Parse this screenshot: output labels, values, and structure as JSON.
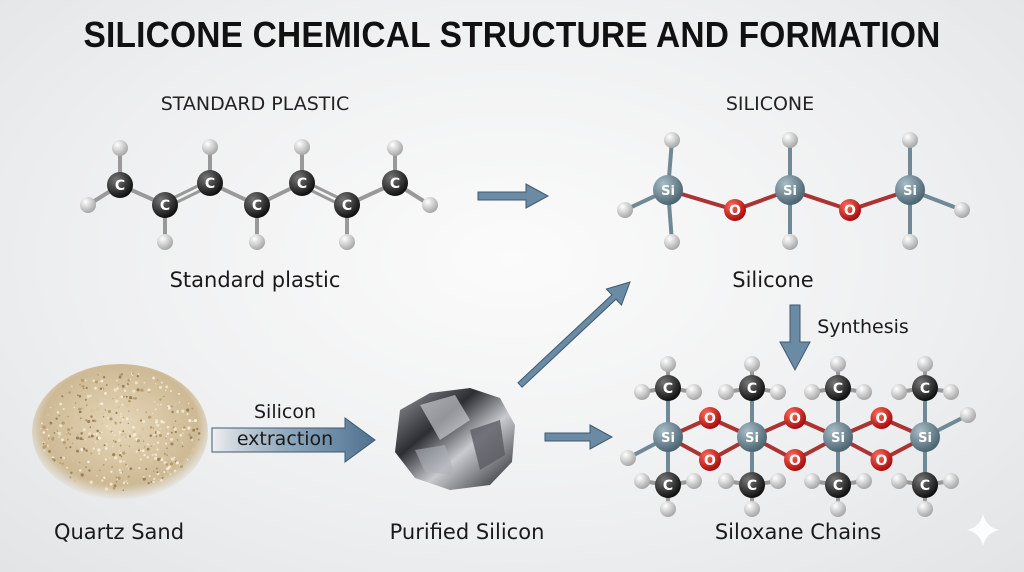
{
  "title": "SILICONE CHEMICAL STRUCTURE AND FORMATION",
  "headings": {
    "left": "STANDARD PLASTIC",
    "right": "SILICONE"
  },
  "labels": {
    "standard_plastic": "Standard plastic",
    "silicone": "Silicone",
    "synthesis": "Synthesis",
    "silicon_extraction_line1": "Silicon",
    "silicon_extraction_line2": "extraction",
    "quartz_sand": "Quartz Sand",
    "purified_silicon": "Purified Silicon",
    "siloxane_chains": "Siloxane Chains"
  },
  "atoms": {
    "carbon": "C",
    "silicon": "Si",
    "oxygen": "O"
  },
  "colors": {
    "carbon": "#2a2a2a",
    "silicon": "#6f8a96",
    "oxygen": "#d11a1a",
    "hydrogen": "#e8e8e8",
    "arrow": "#6b8aa3"
  }
}
